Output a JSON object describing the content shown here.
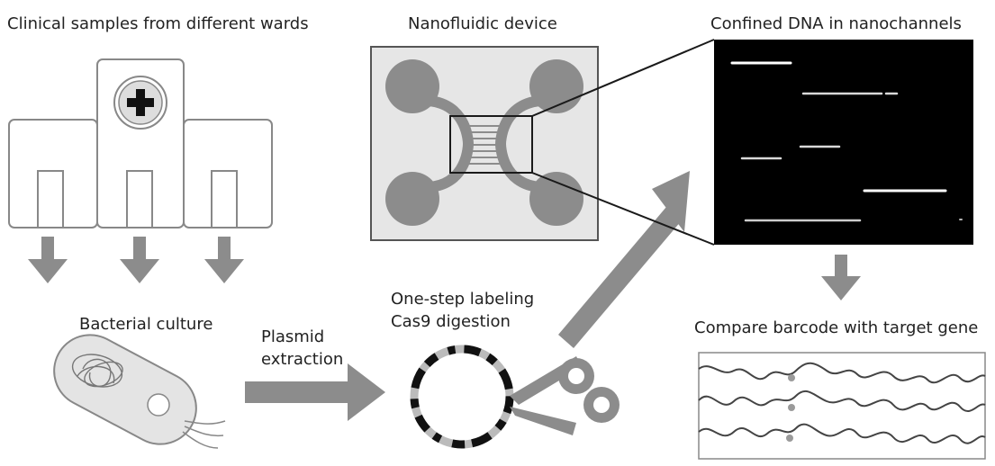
{
  "labels": {
    "clinical": "Clinical samples from different wards",
    "device": "Nanofluidic device",
    "confined": "Confined DNA in nanochannels",
    "culture": "Bacterial culture",
    "plasmid_line1": "Plasmid",
    "plasmid_line2": "extraction",
    "labeling_line1": "One-step labeling",
    "labeling_line2": "Cas9 digestion",
    "compare": "Compare barcode with target gene"
  },
  "colors": {
    "gray": "#8c8c8c",
    "light_gray": "#dcdcdc",
    "panel_fill": "#e6e6e6",
    "line": "#555555",
    "dark": "#1a1a1a",
    "black": "#000000",
    "dna": "#ffffff"
  },
  "icons": {
    "hospital": "hospital-icon",
    "cross": "medical-cross-icon",
    "bacterium": "bacterium-icon",
    "plasmid": "plasmid-ring-icon",
    "scissors": "scissors-icon"
  }
}
